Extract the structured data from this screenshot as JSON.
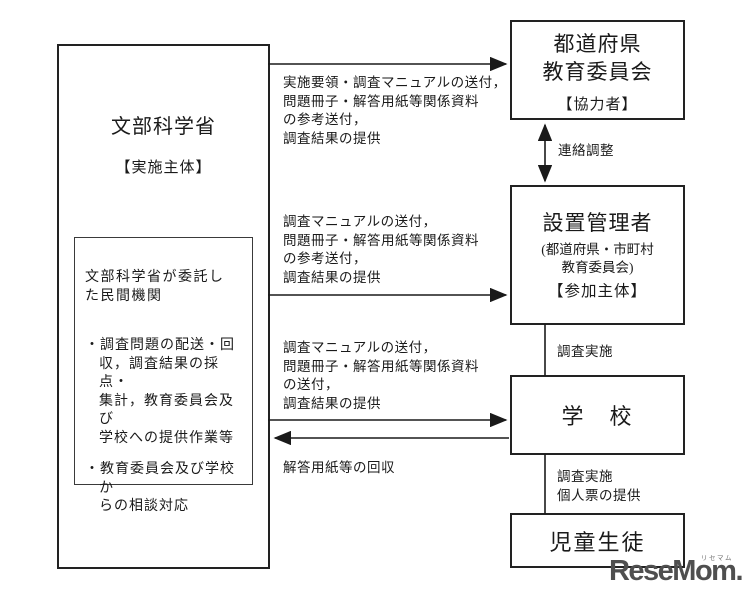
{
  "colors": {
    "ink": "#1a1a1a",
    "watermark_gray": "#4f4f4f"
  },
  "boxes": {
    "mext": {
      "title": "文部科学省",
      "role": "【実施主体】"
    },
    "contractor": {
      "heading": "文部科学省が委託し\nた民間機関",
      "bullets": [
        "・調査問題の配送・回\n収，調査結果の採点・\n集計，教育委員会及び\n学校への提供作業等",
        "・教育委員会及び学校か\nらの相談対応"
      ]
    },
    "pref_board": {
      "title": "都道府県\n教育委員会",
      "role": "【協力者】"
    },
    "manager": {
      "title": "設置管理者",
      "subtitle": "(都道府県・市町村\n教育委員会)",
      "role": "【参加主体】"
    },
    "school": {
      "title": "学　校"
    },
    "students": {
      "title": "児童生徒"
    }
  },
  "edge_labels": {
    "mext_to_pref_board": "実施要領・調査マニュアルの送付，\n問題冊子・解答用紙等関係資料\nの参考送付，\n調査結果の提供",
    "pref_board_manager_liaison": "連絡調整",
    "mext_to_manager": "調査マニュアルの送付，\n問題冊子・解答用紙等関係資料\nの参考送付，\n調査結果の提供",
    "manager_to_school": "調査実施",
    "mext_to_school": "調査マニュアルの送付，\n問題冊子・解答用紙等関係資料\nの送付，\n調査結果の提供",
    "school_to_mext": "解答用紙等の回収",
    "school_to_students": "調査実施\n個人票の提供"
  },
  "watermark": {
    "text": "ReseMom.",
    "ruby": "リセマム"
  }
}
